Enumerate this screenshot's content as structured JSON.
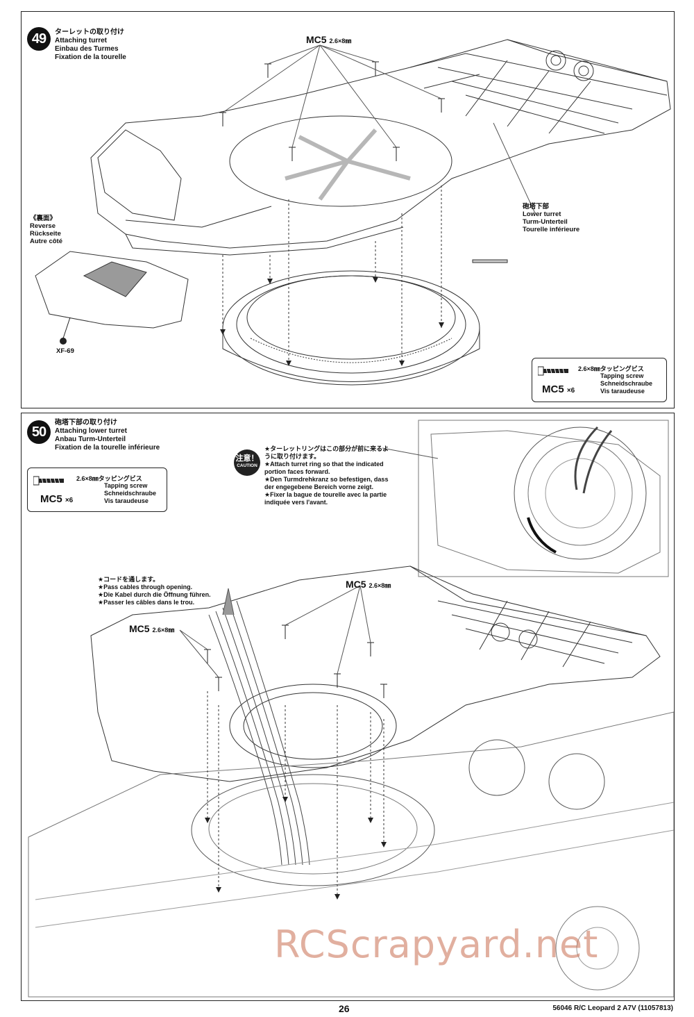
{
  "step49": {
    "number": "49",
    "title_ja": "ターレットの取り付け",
    "title_en": "Attaching turret",
    "title_de": "Einbau des Turmes",
    "title_fr": "Fixation de la tourelle",
    "mc5_label": "MC5",
    "mc5_size": "2.6×8㎜",
    "reverse_ja": "《裏面》",
    "reverse_en": "Reverse",
    "reverse_de": "Rückseite",
    "reverse_fr": "Autre côté",
    "paint_code": "XF-69",
    "lower_turret_ja": "砲塔下部",
    "lower_turret_en": "Lower turret",
    "lower_turret_de": "Turm-Unterteil",
    "lower_turret_fr": "Tourelle inférieure",
    "screw": {
      "size": "2.6×8㎜タッピングビス",
      "name_en": "Tapping screw",
      "name_de": "Schneidschraube",
      "name_fr": "Vis taraudeuse",
      "code": "MC5",
      "qty": "×6"
    }
  },
  "step50": {
    "number": "50",
    "title_ja": "砲塔下部の取り付け",
    "title_en": "Attaching lower turret",
    "title_de": "Anbau Turm-Unterteil",
    "title_fr": "Fixation de la tourelle inférieure",
    "screw": {
      "size": "2.6×8㎜タッピングビス",
      "name_en": "Tapping screw",
      "name_de": "Schneidschraube",
      "name_fr": "Vis taraudeuse",
      "code": "MC5",
      "qty": "×6"
    },
    "caution": {
      "icon_ja": "注意！",
      "icon_en": "CAUTION",
      "ja": "★ターレットリングはこの部分が前に来るように取り付けます。",
      "en": "★Attach turret ring so that the indicated portion faces forward.",
      "de": "★Den Turmdrehkranz so befestigen, dass der engegebene Bereich vorne zeigt.",
      "fr": "★Fixer la bague de tourelle avec la partie indiquée vers l'avant."
    },
    "cable_note": {
      "ja": "★コードを通します。",
      "en": "★Pass cables through opening.",
      "de": "★Die Kabel durch die Öffnung führen.",
      "fr": "★Passer les câbles dans le trou."
    },
    "mc5_label": "MC5",
    "mc5_size": "2.6×8㎜"
  },
  "footer": {
    "page_number": "26",
    "doc_id": "56046 R/C Leopard 2 A7V (11057813)",
    "watermark": "RCScrapyard.net"
  }
}
